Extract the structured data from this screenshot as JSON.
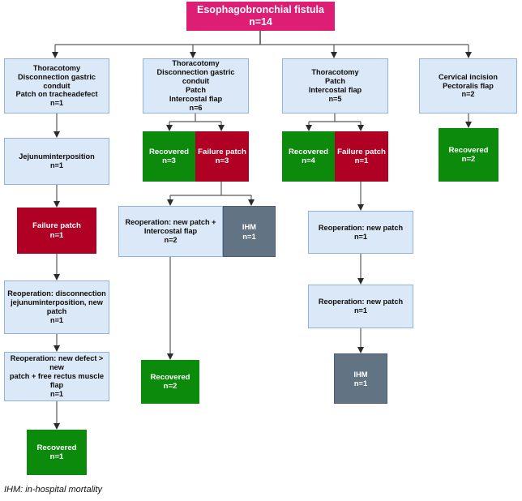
{
  "diagram": {
    "title": "Esophagobronchial fistula treatment flowchart",
    "footnote": "IHM: in-hospital mortality",
    "colors": {
      "root": "#de1d74",
      "process": "#dbe8f7",
      "process_border": "#8fb4d9",
      "recovered": "#0b8a0b",
      "failure": "#b00024",
      "mortality": "#627384",
      "connector": "#595959"
    },
    "root": {
      "label": "Esophagobronchial fistula",
      "count": "n=14",
      "text": "Esophagobronchial fistula\nn=14"
    },
    "branches": [
      {
        "id": "branch-1",
        "nodes": [
          {
            "name": "thoracotomy-disconnection-patch-tracheadefect",
            "type": "process",
            "text": "Thoracotomy\nDisconnection gastric conduit\nPatch on tracheadefect\nn=1",
            "count": "n=1"
          },
          {
            "name": "jejunuminterposition",
            "type": "process",
            "text": "Jejunuminterposition\nn=1",
            "count": "n=1"
          },
          {
            "name": "failure-patch",
            "type": "failure",
            "text": "Failure patch\nn=1",
            "count": "n=1"
          },
          {
            "name": "reoperation-disconnection-jejunuminterposition-new-patch",
            "type": "process",
            "text": "Reoperation: disconnection\njejunuminterposition, new\npatch\nn=1",
            "count": "n=1"
          },
          {
            "name": "reoperation-new-defect-free-rectus-muscle-flap",
            "type": "process",
            "text": "Reoperation: new defect > new\npatch + free rectus muscle flap\nn=1",
            "count": "n=1"
          },
          {
            "name": "recovered",
            "type": "recovered",
            "text": "Recovered\nn=1",
            "count": "n=1"
          }
        ]
      },
      {
        "id": "branch-2",
        "nodes": [
          {
            "name": "thoracotomy-disconnection-patch-intercostal-flap",
            "type": "process",
            "text": "Thoracotomy\nDisconnection gastric conduit\nPatch\nIntercostal flap\nn=6",
            "count": "n=6"
          },
          {
            "name": "recovered",
            "type": "recovered",
            "text": "Recovered\nn=3",
            "count": "n=3"
          },
          {
            "name": "failure-patch",
            "type": "failure",
            "text": "Failure patch\nn=3",
            "count": "n=3"
          },
          {
            "name": "reoperation-new-patch-intercostal-flap",
            "type": "process",
            "text": "Reoperation: new patch +\nIntercostal flap\nn=2",
            "count": "n=2"
          },
          {
            "name": "ihm",
            "type": "mortality",
            "text": "IHM\nn=1",
            "count": "n=1"
          },
          {
            "name": "recovered-final",
            "type": "recovered",
            "text": "Recovered\nn=2",
            "count": "n=2"
          }
        ]
      },
      {
        "id": "branch-3",
        "nodes": [
          {
            "name": "thoracotomy-patch-intercostal-flap",
            "type": "process",
            "text": "Thoracotomy\nPatch\nIntercostal flap\nn=5",
            "count": "n=5"
          },
          {
            "name": "recovered",
            "type": "recovered",
            "text": "Recovered\nn=4",
            "count": "n=4"
          },
          {
            "name": "failure-patch",
            "type": "failure",
            "text": "Failure patch\nn=1",
            "count": "n=1"
          },
          {
            "name": "reoperation-new-patch-1",
            "type": "process",
            "text": "Reoperation: new patch\nn=1",
            "count": "n=1"
          },
          {
            "name": "reoperation-new-patch-2",
            "type": "process",
            "text": "Reoperation: new patch\nn=1",
            "count": "n=1"
          },
          {
            "name": "ihm",
            "type": "mortality",
            "text": "IHM\nn=1",
            "count": "n=1"
          }
        ]
      },
      {
        "id": "branch-4",
        "nodes": [
          {
            "name": "cervical-incision-pectoralis-flap",
            "type": "process",
            "text": "Cervical incision\nPectoralis flap\nn=2",
            "count": "n=2"
          },
          {
            "name": "recovered",
            "type": "recovered",
            "text": "Recovered\nn=2",
            "count": "n=2"
          }
        ]
      }
    ]
  }
}
